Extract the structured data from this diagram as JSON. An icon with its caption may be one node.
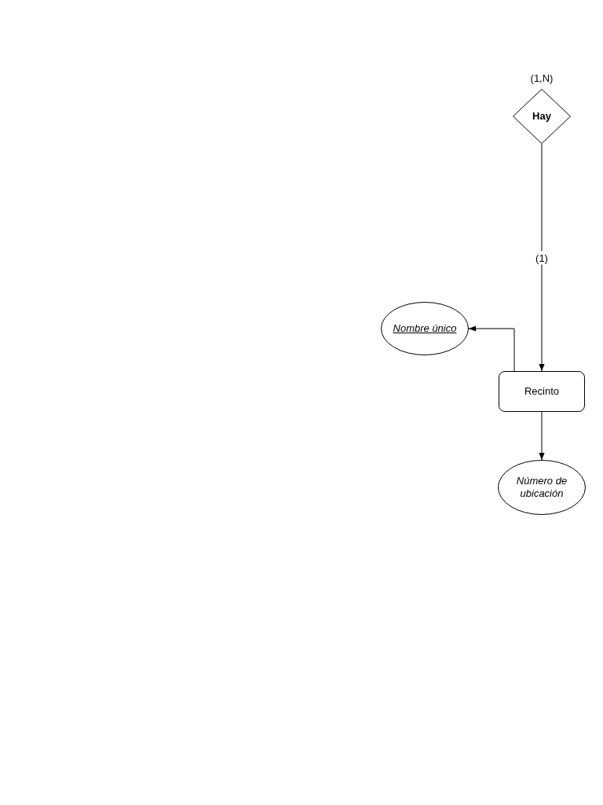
{
  "diagram": {
    "nodes": [
      {
        "text": [
          "Hay"
        ]
      },
      {
        "text": [
          "Nombre único"
        ]
      },
      {
        "text": [
          "Recinto"
        ]
      },
      {
        "text": [
          "Número de ubicación"
        ]
      }
    ],
    "edges": [
      {
        "from": 0,
        "to": 2,
        "arrow": "to",
        "label": "(1)"
      },
      {
        "from": 2,
        "to": 1,
        "arrow": "to"
      },
      {
        "from": 2,
        "to": 3,
        "arrow": "to"
      }
    ],
    "labels": [
      "(1,N)"
    ]
  }
}
